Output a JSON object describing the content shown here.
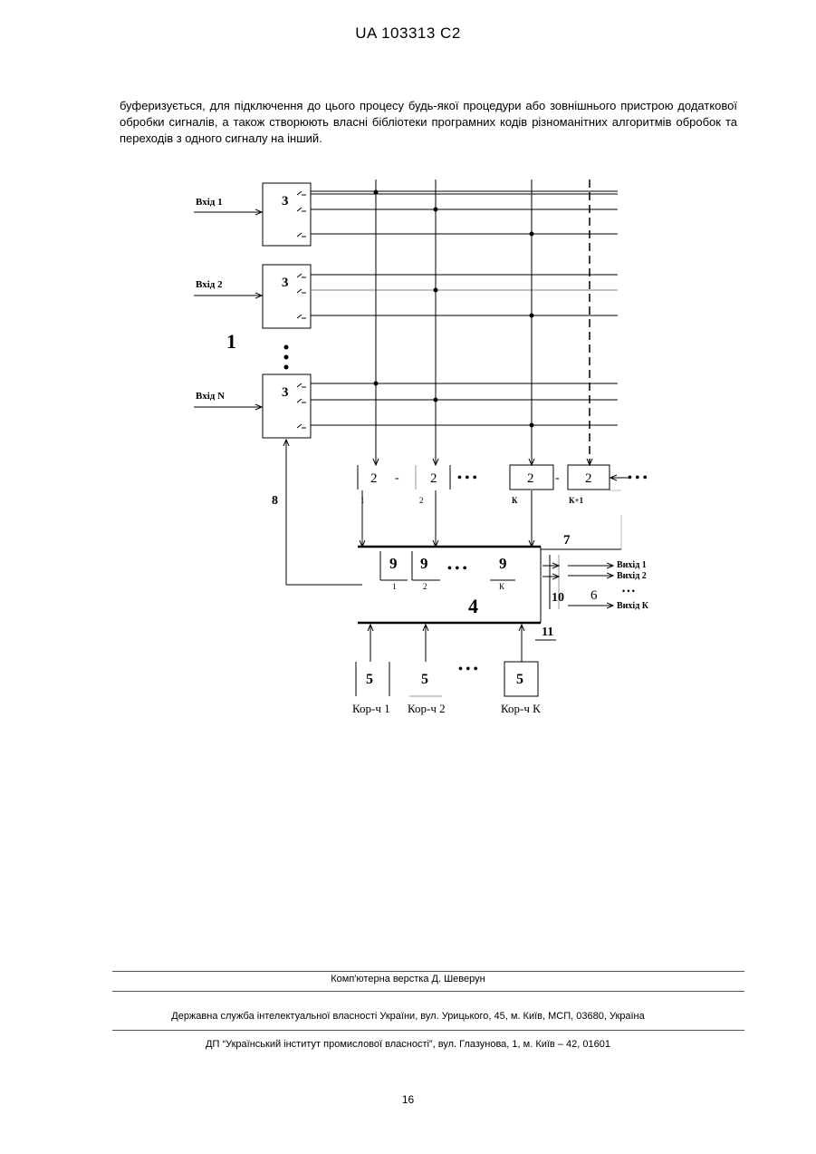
{
  "header": {
    "patent_number": "UA   103313   C2"
  },
  "body": {
    "paragraph": "буферизується, для підключення до цього процесу будь-якої процедури або зовнішнього пристрою додаткової обробки сигналів, а також створюють власні бібліотеки програмних кодів різноманітних алгоритмів обробок та переходів з одного сигналу на інший."
  },
  "figure": {
    "inputs": [
      "Вхід 1",
      "Вхід 2",
      "Вхід N"
    ],
    "block_1_label": "1",
    "block_3_label": "3",
    "block_2_label": "2",
    "block_2_indices": [
      "1",
      "2",
      "К",
      "К+1"
    ],
    "block_4_label": "4",
    "block_5_label": "5",
    "block_6_label": "6",
    "label_7": "7",
    "label_8": "8",
    "block_9_label": "9",
    "block_9_indices": [
      "1",
      "2",
      "К"
    ],
    "label_10": "10",
    "label_11": "11",
    "outputs": [
      "Вихід 1",
      "Вихід 2",
      "Вихід К"
    ],
    "correctors": [
      "Кор-ч 1",
      "Кор-ч 2",
      "Кор-ч К"
    ],
    "ellipsis": "• • •",
    "dash": "-",
    "dots_out": "• • •"
  },
  "footer": {
    "typesetting": "Комп'ютерна верстка Д. Шеверун",
    "agency": "Державна служба інтелектуальної власності України, вул. Урицького, 45, м. Київ, МСП, 03680, Україна",
    "institute": "ДП “Український інститут промислової власності”, вул. Глазунова, 1, м. Київ – 42, 01601"
  },
  "page_number": "16"
}
